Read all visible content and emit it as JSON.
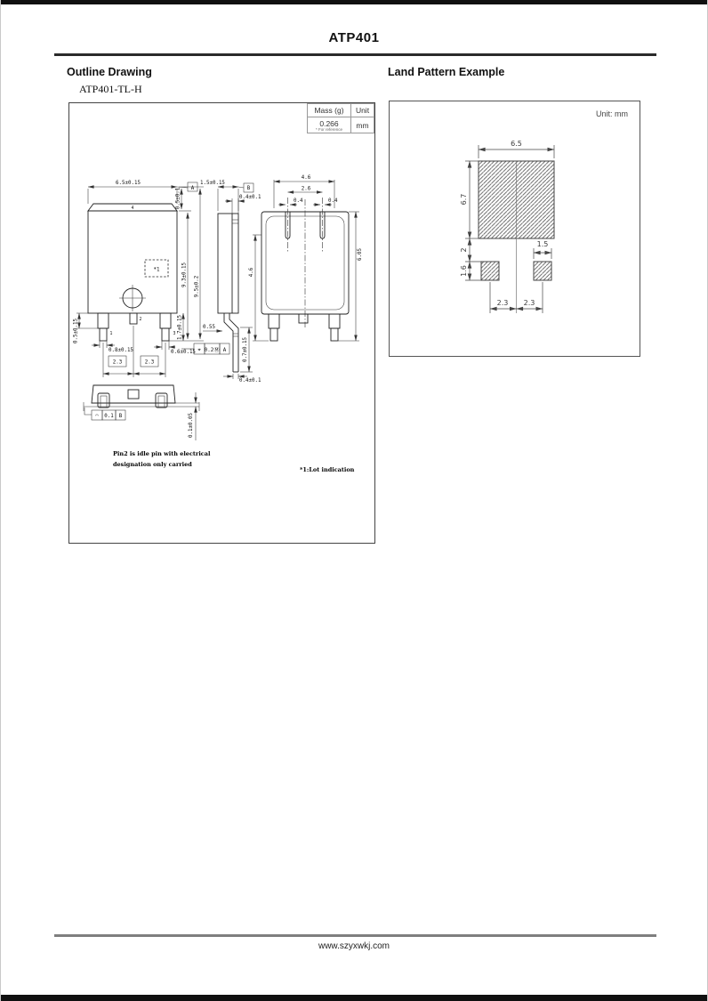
{
  "page": {
    "title": "ATP401",
    "footer_url": "www.szyxwkj.com"
  },
  "outline": {
    "heading": "Outline Drawing",
    "part_number": "ATP401-TL-H",
    "mass_table": {
      "mass_header": "Mass (g)",
      "unit_header": "Unit",
      "mass_value": "0.266",
      "mass_note": "* For reference",
      "unit_value": "mm"
    },
    "dims": {
      "front_width": "6.5±0.15",
      "datum_a": "A",
      "cap_height": "0.5±0.1",
      "height_to_lead_tip": "9.3±0.15",
      "height_overall": "9.5±0.2",
      "top_mark": "4",
      "lot_mark": "*1",
      "pin1": "1",
      "pin2": "2",
      "pin3": "3",
      "shoulder_height": "0.5±0.15",
      "pin_width": "0.8±0.15",
      "pitch_left": "2.3",
      "pitch_right": "2.3",
      "pin_length": "1.7±0.15",
      "pin3_width": "0.6±0.15",
      "position_symbol": "⌖",
      "position_tolerance": "0.2",
      "position_modifier": "Ⓜ",
      "position_datum": "A",
      "side_width": "1.5±0.15",
      "datum_b": "B",
      "tab_thickness": "0.4±0.1",
      "lead_offset": "0.55",
      "foot_height": "0.7±0.15",
      "lead_thickness": "0.4±0.1",
      "back_outer_span": "4.6",
      "back_inner_span": "2.6",
      "slot_width_left": "0.4",
      "slot_width_right": "0.4",
      "back_height": "6.05",
      "back_body_height": "4.6",
      "seating_symbol": "◠",
      "seating_tolerance": "0.1",
      "seating_datum": "B",
      "standoff": "0.1±0.05"
    },
    "notes": {
      "pin2_note_line1": "Pin2 is idle pin with electrical",
      "pin2_note_line2": "designation only carried",
      "lot_note": "*1:Lot indication"
    }
  },
  "land_pattern": {
    "heading": "Land Pattern Example",
    "unit_label": "Unit: mm",
    "dims": {
      "pad_width": "6.5",
      "pad_height": "6.7",
      "gap": "2",
      "pin_pad_height": "1.6",
      "pin_pad_width": "1.5",
      "pitch_left": "2.3",
      "pitch_right": "2.3"
    }
  }
}
